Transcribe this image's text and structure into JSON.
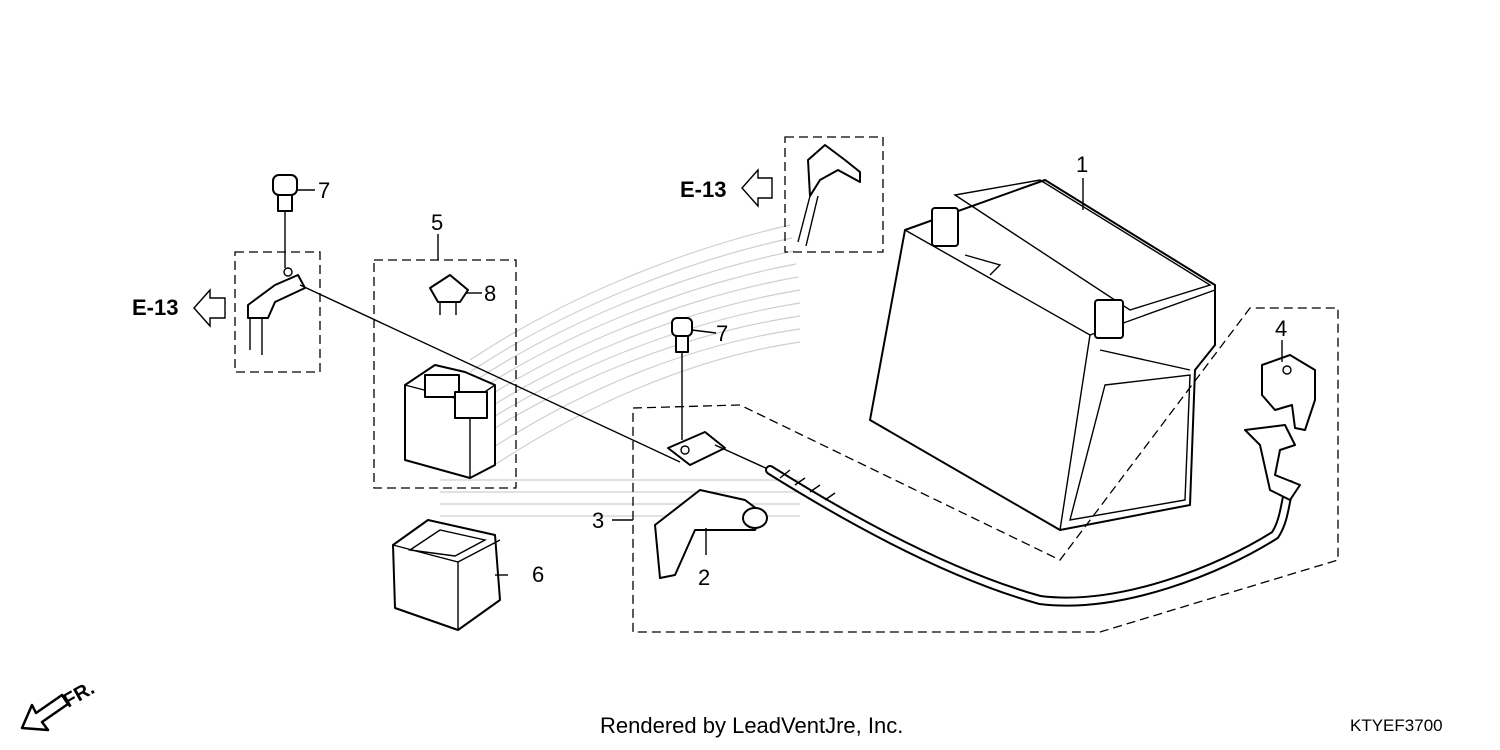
{
  "callouts": {
    "c1": "1",
    "c2": "2",
    "c3": "3",
    "c4": "4",
    "c5": "5",
    "c6": "6",
    "c7a": "7",
    "c7b": "7",
    "c8": "8"
  },
  "references": {
    "top": "E-13",
    "left": "E-13"
  },
  "direction_label": "FR.",
  "credit": "Rendered by LeadVentJre, Inc.",
  "diagram_code": "KTYEF3700"
}
